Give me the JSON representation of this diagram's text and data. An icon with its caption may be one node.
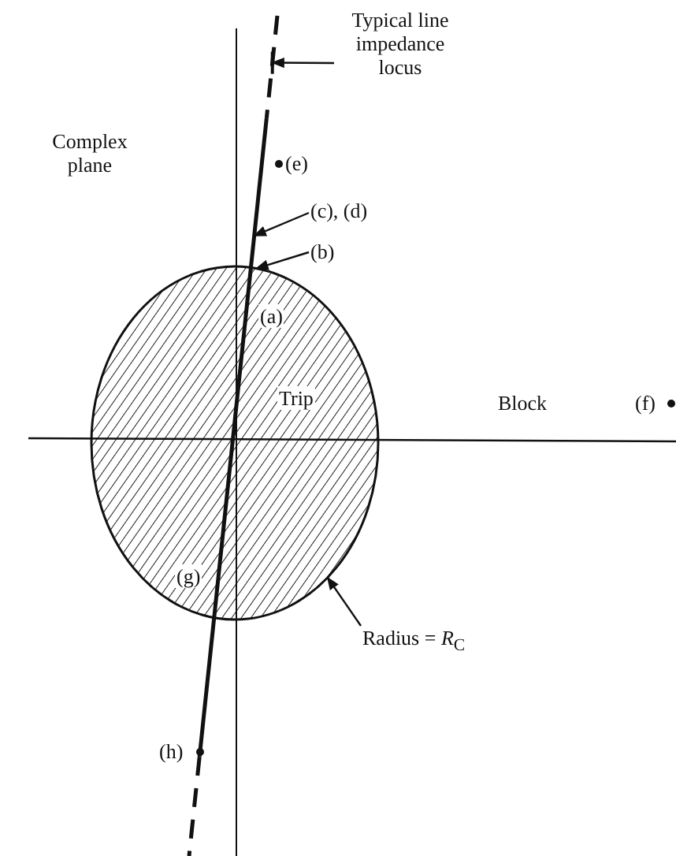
{
  "diagram": {
    "nodes": [
      {
        "text": [
          "Typical line impedance locus"
        ]
      },
      {
        "text": [],
        "shape": "line"
      },
      {
        "text": [
          "(c), (d)"
        ]
      },
      {
        "text": [
          "(b)"
        ]
      },
      {
        "text": [
          "Radius = *R*$_{C}$"
        ]
      },
      {
        "text": [],
        "shape": "circle"
      }
    ],
    "edges": [
      {
        "from": 0,
        "to": 1,
        "arrow": "to"
      },
      {
        "from": 2,
        "to": 1,
        "arrow": "to"
      },
      {
        "from": 3,
        "to": 5,
        "arrow": "to"
      },
      {
        "from": 4,
        "to": 5,
        "arrow": "to"
      }
    ],
    "labels": [
      "Complex plane",
      "(e)",
      "(a)",
      "Trip",
      "Block",
      "(f)",
      "(g)",
      "(h)"
    ]
  }
}
